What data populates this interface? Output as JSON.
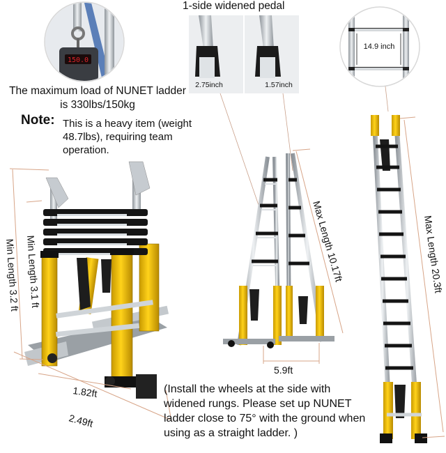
{
  "texts": {
    "load_text": "The maximum load of NUNET ladder is 330lbs/150kg",
    "note_label": "Note:",
    "note_text": "This is a heavy item (weight 48.7lbs), requiring team operation.",
    "pedal_title": "1-side widened pedal",
    "pedal_left_size": "2.75inch",
    "pedal_right_size": "1.57inch",
    "rung_width": "14.9 inch",
    "scale_reading": "150.0",
    "min_length_a": "Min Length 3.1 ft",
    "min_length_b": "Min Length 3.2 ft",
    "width_a": "1.82ft",
    "width_b": "2.49ft",
    "a_frame_max": "Max Length 10.17ft",
    "a_frame_base": "5.9ft",
    "straight_max": "Max Length 20.3ft",
    "install_note": "(Install the wheels at the side with widened rungs. Please set up NUNET ladder close to 75° with the ground when using as a straight ladder. )"
  },
  "colors": {
    "yellow": "#f5c400",
    "black": "#111111",
    "aluminum": "#c9ced3",
    "dimension_line": "#d7a487",
    "scale_display": "#e0242b"
  }
}
